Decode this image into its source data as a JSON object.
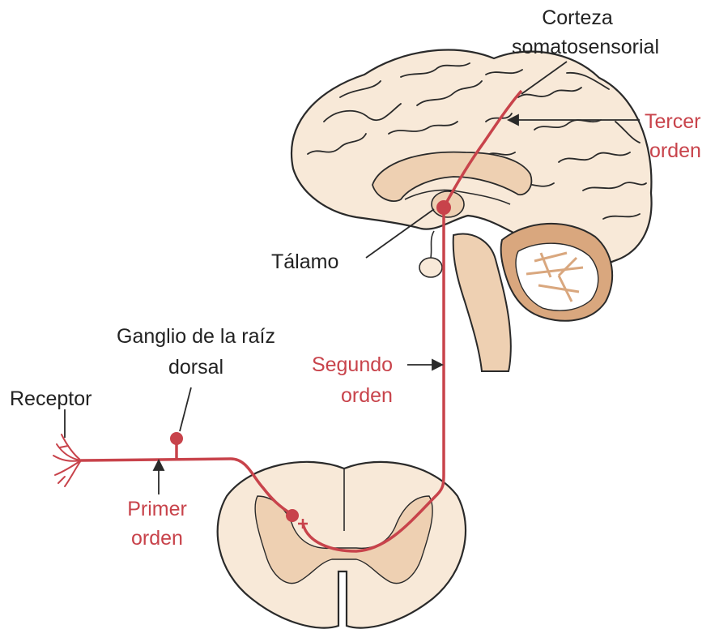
{
  "colors": {
    "pathway": "#c8434b",
    "tissue": "#f8e9d8",
    "tissue_dark": "#eed0b2",
    "outline": "#2a2a2a",
    "label_black": "#222222",
    "label_red": "#c8434b",
    "cerebellum_white": "#ffffff",
    "cerebellum_cortex": "#d9a77e"
  },
  "labels": {
    "corteza_line1": "Corteza",
    "corteza_line2": "somatosensorial",
    "tercer_line1": "Tercer",
    "tercer_line2": "orden",
    "talamo": "Tálamo",
    "ganglio_line1": "Ganglio de la raíz",
    "ganglio_line2": "dorsal",
    "segundo_line1": "Segundo",
    "segundo_line2": "orden",
    "receptor": "Receptor",
    "primer_line1": "Primer",
    "primer_line2": "orden"
  }
}
